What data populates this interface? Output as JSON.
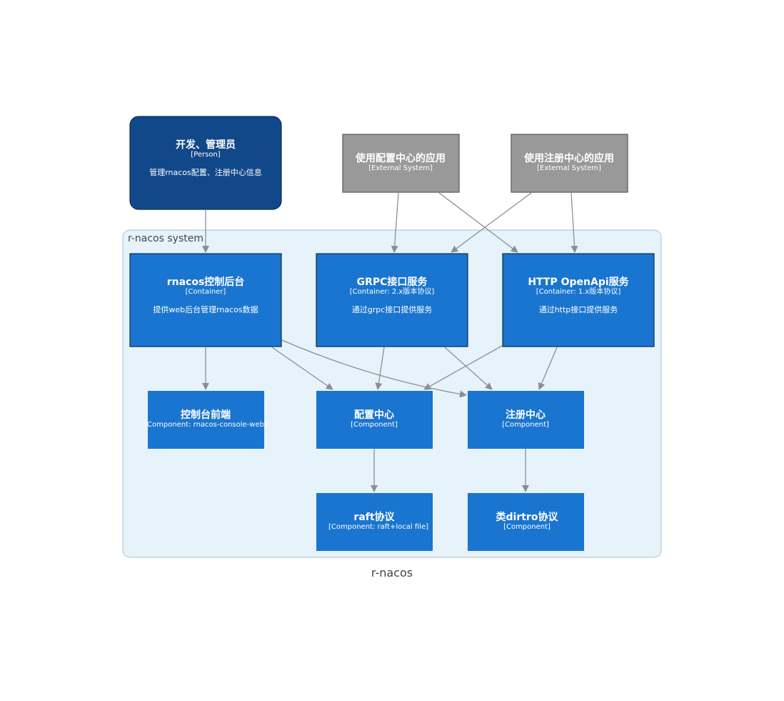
{
  "diagram": {
    "caption": "r-nacos",
    "boundary_label": "r-nacos system",
    "nodes": {
      "person": {
        "title": "开发、管理员",
        "kind": "[Person]",
        "desc": "管理rnacos配置、注册中心信息"
      },
      "ext_config": {
        "title": "使用配置中心的应用",
        "kind": "[External System]"
      },
      "ext_naming": {
        "title": "使用注册中心的应用",
        "kind": "[External System]"
      },
      "console_backend": {
        "title": "rnacos控制后台",
        "kind": "[Container]",
        "desc": "提供web后台管理rnacos数据"
      },
      "grpc_service": {
        "title": "GRPC接口服务",
        "kind": "[Container: 2.x版本协议]",
        "desc": "通过grpc接口提供服务"
      },
      "http_service": {
        "title": "HTTP OpenApi服务",
        "kind": "[Container: 1.x版本协议]",
        "desc": "通过http接口提供服务"
      },
      "console_frontend": {
        "title": "控制台前端",
        "kind": "[Component: rnacos-console-web]"
      },
      "config_center": {
        "title": "配置中心",
        "kind": "[Component]"
      },
      "naming_center": {
        "title": "注册中心",
        "kind": "[Component]"
      },
      "raft": {
        "title": "raft协议",
        "kind": "[Component: raft+local file]"
      },
      "distro": {
        "title": "类dirtro协议",
        "kind": "[Component]"
      }
    },
    "colors": {
      "person": "#11488a",
      "external": "#999999",
      "container": "#1a75d0",
      "component": "#1a75d0",
      "boundary_fill": "#e6f3fb",
      "boundary_stroke": "#a9bfcf",
      "edge": "#8a8f94"
    }
  }
}
